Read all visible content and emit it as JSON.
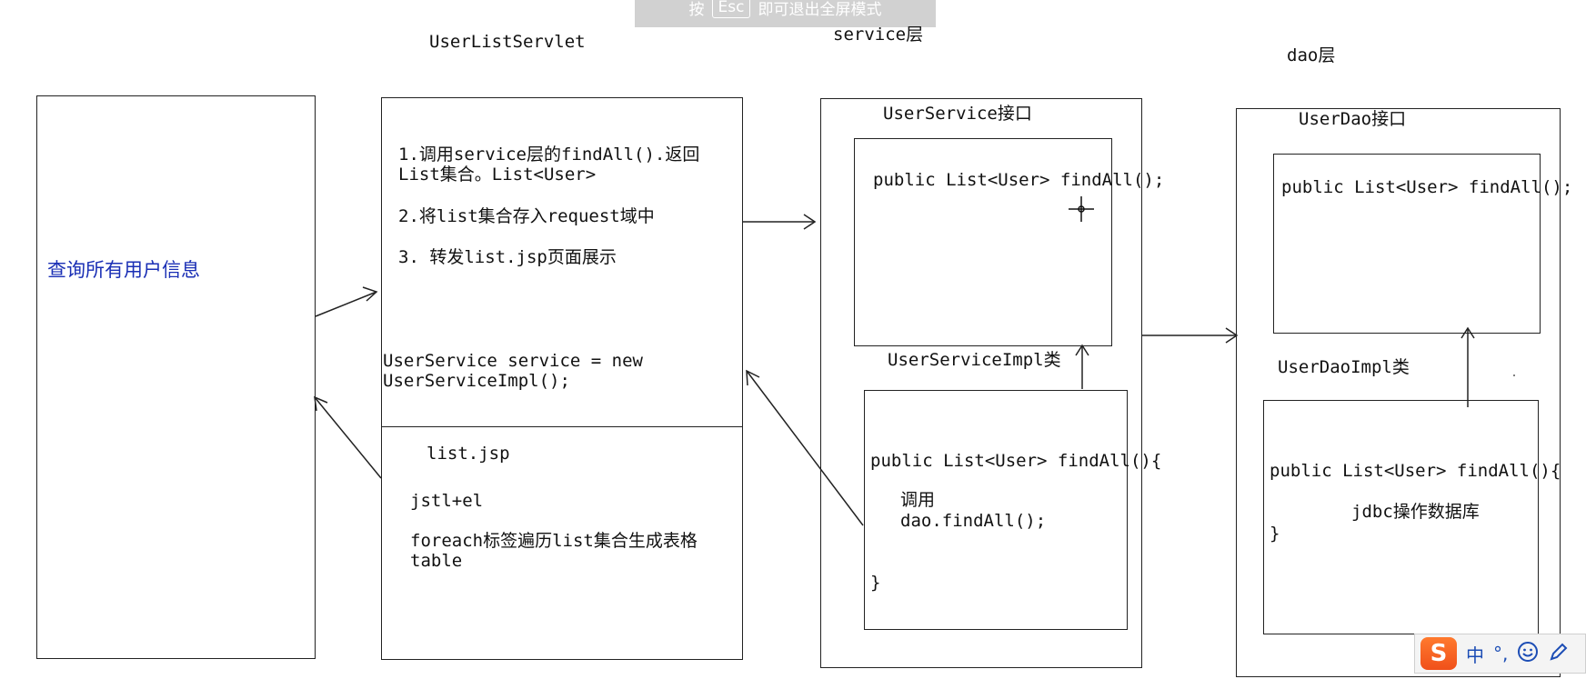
{
  "fullscreen_hint": {
    "before": "按",
    "key": "Esc",
    "after": "即可退出全屏模式"
  },
  "headers": {
    "servlet": "UserListServlet",
    "service": "service层",
    "dao": "dao层"
  },
  "browser_box": {
    "text": "查询所有用户信息"
  },
  "servlet_box": {
    "step1": "1.调用service层的findAll().返回List集合。List<User>",
    "step2": "2.将list集合存入request域中",
    "step3": "3. 转发list.jsp页面展示",
    "code": "UserService service = new UserServiceImpl();"
  },
  "jsp_box": {
    "title": "list.jsp",
    "tech": "jstl+el",
    "desc": "foreach标签遍历list集合生成表格table"
  },
  "service_interface": {
    "title": "UserService接口",
    "method": "public List<User> findAll();"
  },
  "service_impl": {
    "title": "UserServiceImpl类",
    "method_open": "public List<User> findAll(){",
    "call_label": "调用",
    "call_code": "dao.findAll();",
    "close": "}"
  },
  "dao_interface": {
    "title": "UserDao接口",
    "method": "public List<User> findAll();"
  },
  "dao_impl": {
    "title": "UserDaoImpl类",
    "method_open": "public List<User> findAll(){",
    "body": "jdbc操作数据库",
    "close": "}"
  },
  "ime_toolbar": {
    "logo": "S",
    "lang": "中",
    "punct": "°,",
    "emoji_icon": "smiley-icon",
    "pen_icon": "pen-icon"
  }
}
